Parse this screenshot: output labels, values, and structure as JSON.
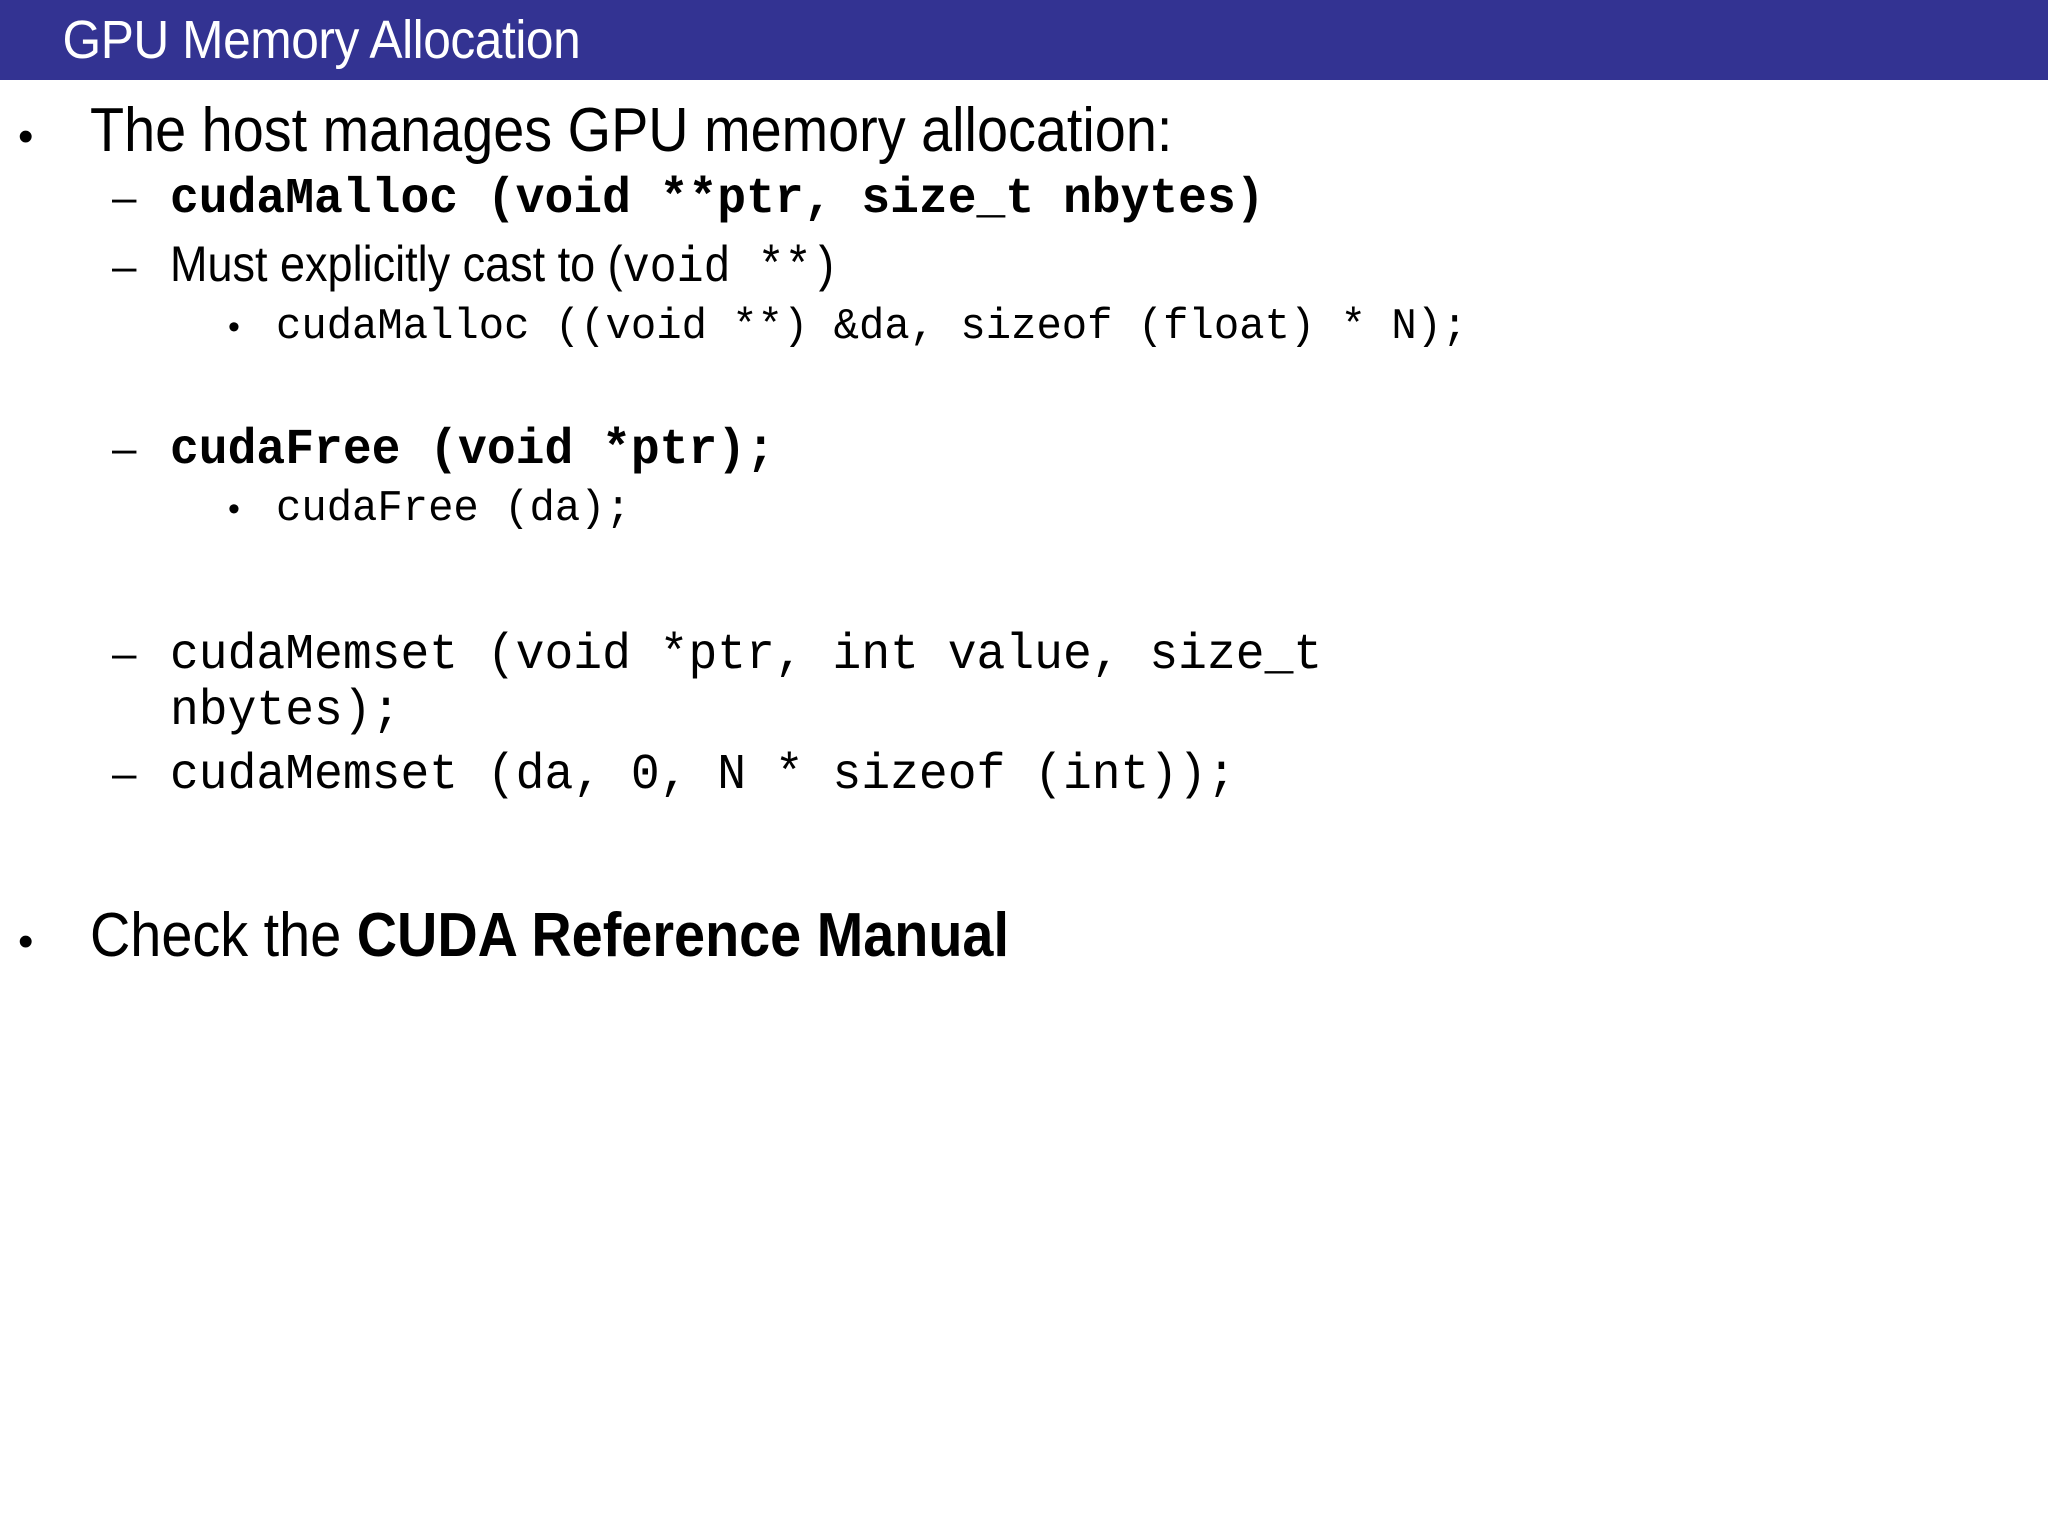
{
  "slide": {
    "title": "GPU Memory Allocation",
    "title_bar_color": "#333392",
    "title_text_color": "#ffffff",
    "background_color": "#ffffff",
    "body_text_color": "#000000"
  },
  "bullets": {
    "level1_glyph": "•",
    "level2_glyph": "–",
    "level3_glyph": "•"
  },
  "content": {
    "intro": "The host manages GPU memory allocation:",
    "cuda_malloc_signature": "cudaMalloc (void **ptr, size_t nbytes)",
    "cast_note_prefix": "Must explicitly cast to (",
    "cast_note_mono": "void **)",
    "cuda_malloc_example": "cudaMalloc ((void **) &da, sizeof (float) * N);",
    "cuda_free_signature": "cudaFree (void *ptr);",
    "cuda_free_example": "cudaFree (da);",
    "cuda_memset_signature": "cudaMemset (void *ptr, int value, size_t",
    "cuda_memset_signature_cont": "nbytes);",
    "cuda_memset_example": "cudaMemset (da, 0, N * sizeof (int));",
    "closing_prefix": "Check the ",
    "closing_bold": "CUDA Reference Manual"
  }
}
